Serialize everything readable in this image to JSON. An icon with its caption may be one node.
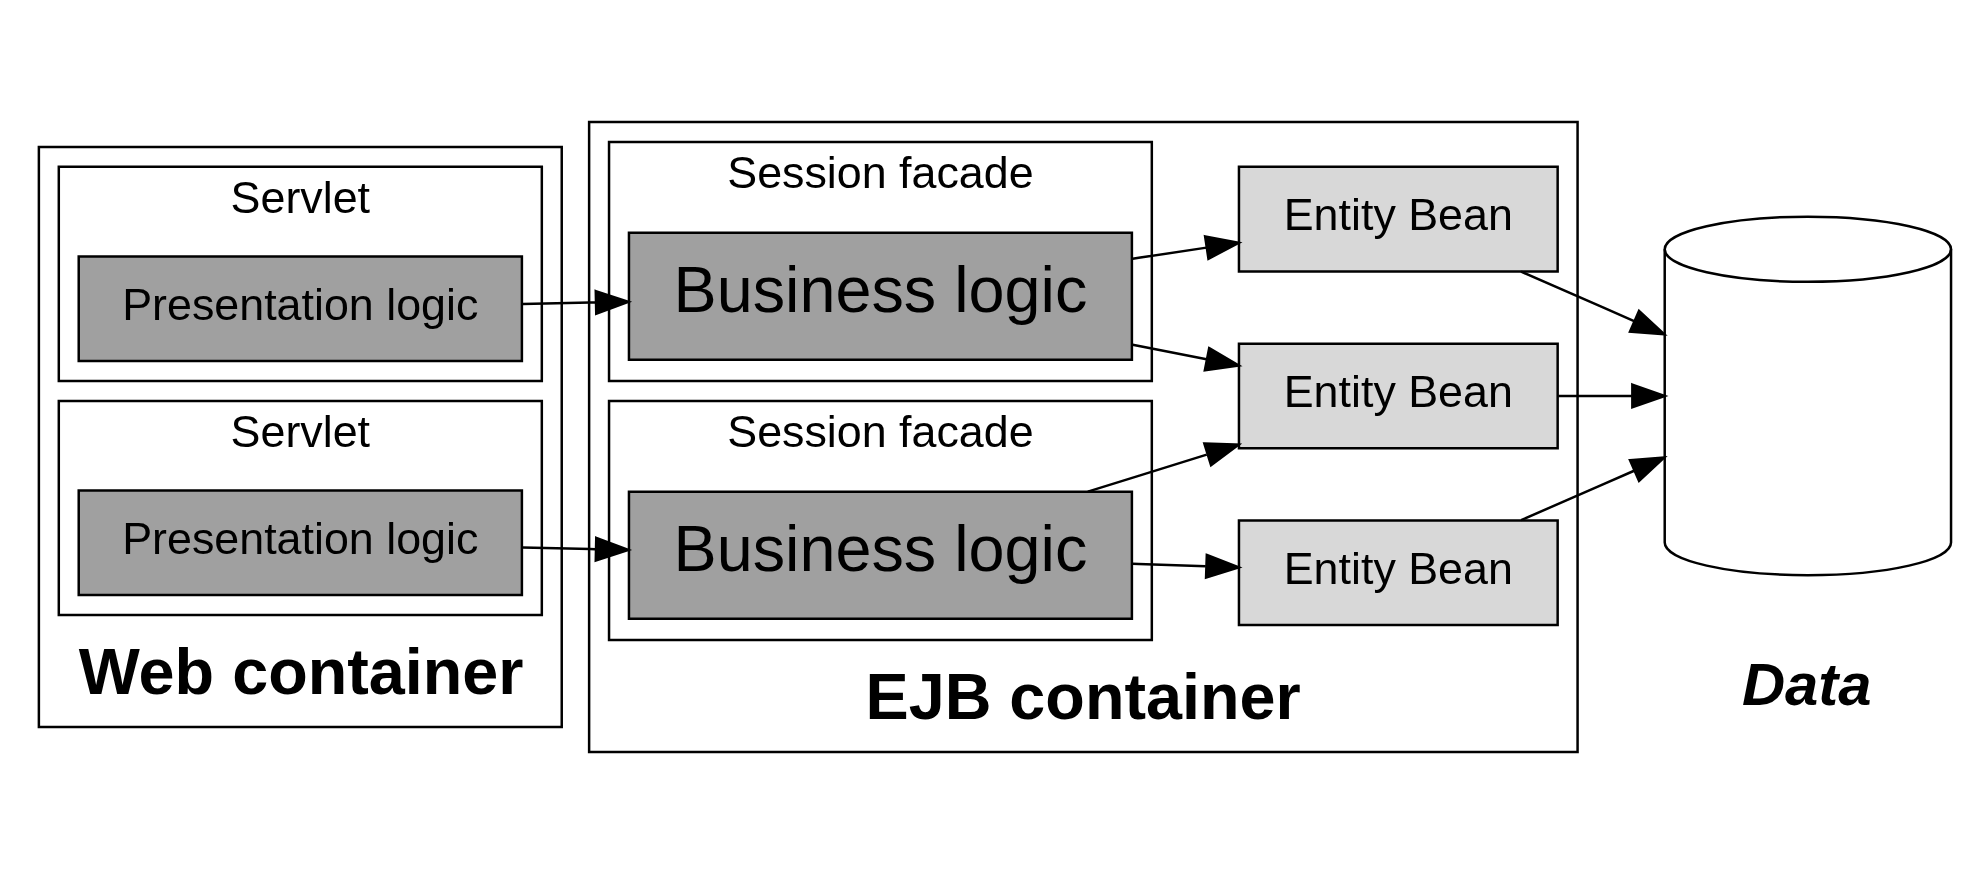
{
  "diagram": {
    "nodes": [
      {
        "text": [
          "Web container"
        ]
      },
      {
        "text": [
          "Servlet"
        ],
        "in": 0
      },
      {
        "text": [
          "Presentation logic"
        ],
        "in": 1
      },
      {
        "text": [
          "Servlet"
        ],
        "in": 0
      },
      {
        "text": [
          "Presentation logic"
        ],
        "in": 3
      },
      {
        "text": [
          "EJB container"
        ]
      },
      {
        "text": [
          "Session facade"
        ],
        "in": 5
      },
      {
        "text": [
          "Business logic"
        ],
        "in": 6
      },
      {
        "text": [
          "Session facade"
        ],
        "in": 5
      },
      {
        "text": [
          "Business logic"
        ],
        "in": 8
      },
      {
        "text": [
          "Entity Bean"
        ],
        "in": 5
      },
      {
        "text": [
          "Entity Bean"
        ],
        "in": 5
      },
      {
        "text": [
          "Entity Bean"
        ],
        "in": 5
      },
      {
        "text": [],
        "shape": "cylinder",
        "beside": [
          "Data"
        ]
      }
    ],
    "edges": [
      {
        "from": 2,
        "to": 7,
        "arrow": "to"
      },
      {
        "from": 4,
        "to": 9,
        "arrow": "to"
      },
      {
        "from": 7,
        "to": 10,
        "arrow": "to"
      },
      {
        "from": 7,
        "to": 11,
        "arrow": "to"
      },
      {
        "from": 9,
        "to": 11,
        "arrow": "to"
      },
      {
        "from": 9,
        "to": 12,
        "arrow": "to"
      },
      {
        "from": 10,
        "to": 13,
        "arrow": "to"
      },
      {
        "from": 11,
        "to": 13,
        "arrow": "to"
      },
      {
        "from": 12,
        "to": 13,
        "arrow": "to"
      }
    ]
  }
}
